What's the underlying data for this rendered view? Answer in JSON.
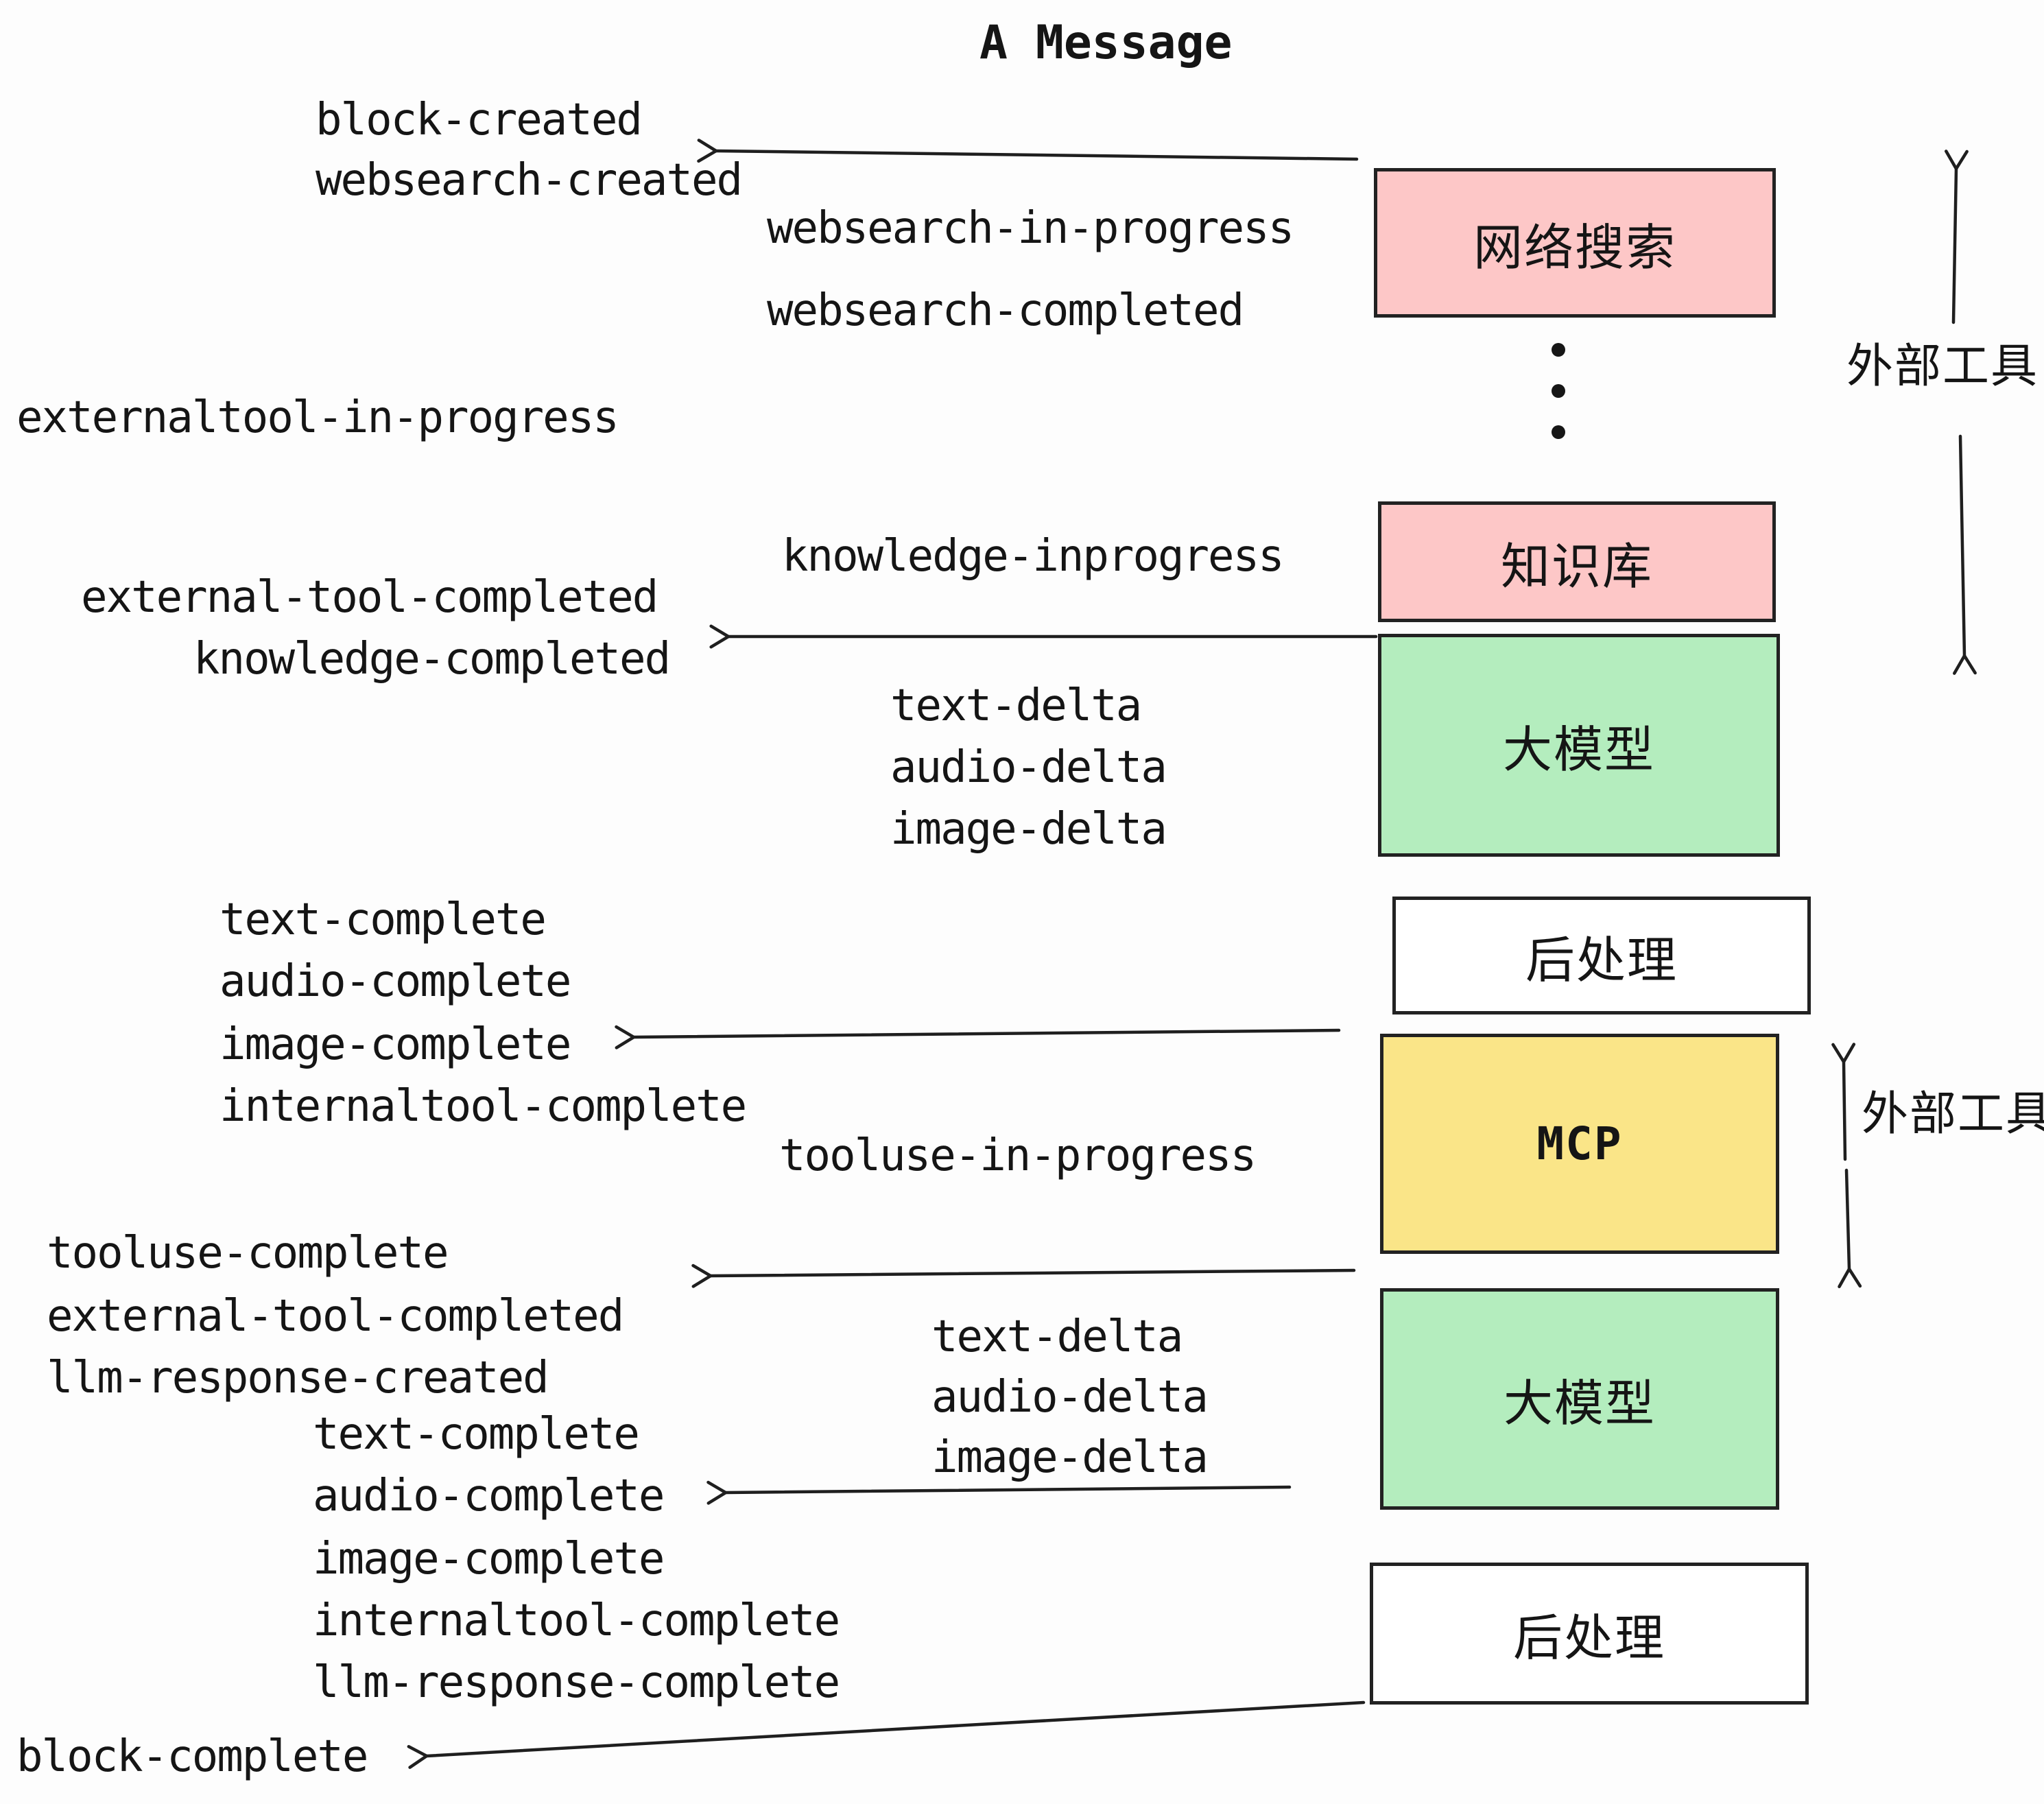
{
  "title": "A Message",
  "events": {
    "block_created": "block-created",
    "websearch_created": "websearch-created",
    "websearch_in_progress": "websearch-in-progress",
    "websearch_completed": "websearch-completed",
    "externaltool_in_progress": "externaltool-in-progress",
    "knowledge_inprogress": "knowledge-inprogress",
    "external_tool_completed": "external-tool-completed",
    "knowledge_completed": "knowledge-completed",
    "text_delta": "text-delta",
    "audio_delta": "audio-delta",
    "image_delta": "image-delta",
    "text_complete": "text-complete",
    "audio_complete": "audio-complete",
    "image_complete": "image-complete",
    "internaltool_complete": "internaltool-complete",
    "tooluse_in_progress": "tooluse-in-progress",
    "tooluse_complete": "tooluse-complete",
    "llm_response_created": "llm-response-created",
    "llm_response_complete": "llm-response-complete",
    "block_complete": "block-complete"
  },
  "nodes": {
    "websearch": {
      "label": "网络搜索",
      "color": "#fdc7c7"
    },
    "knowledge": {
      "label": "知识库",
      "color": "#fdc7c7"
    },
    "llm_top": {
      "label": "大模型",
      "color": "#b4edbe"
    },
    "post_top": {
      "label": "后处理",
      "color": "#ffffff"
    },
    "mcp": {
      "label": "MCP",
      "color": "#fae588"
    },
    "llm_bottom": {
      "label": "大模型",
      "color": "#b4edbe"
    },
    "post_bottom": {
      "label": "后处理",
      "color": "#ffffff"
    }
  },
  "annotations": {
    "external_tools": "外部工具"
  },
  "colors": {
    "stroke": "#1f1f1f",
    "pink": "#fdc7c7",
    "green": "#b4edbe",
    "yellow": "#fae588"
  }
}
